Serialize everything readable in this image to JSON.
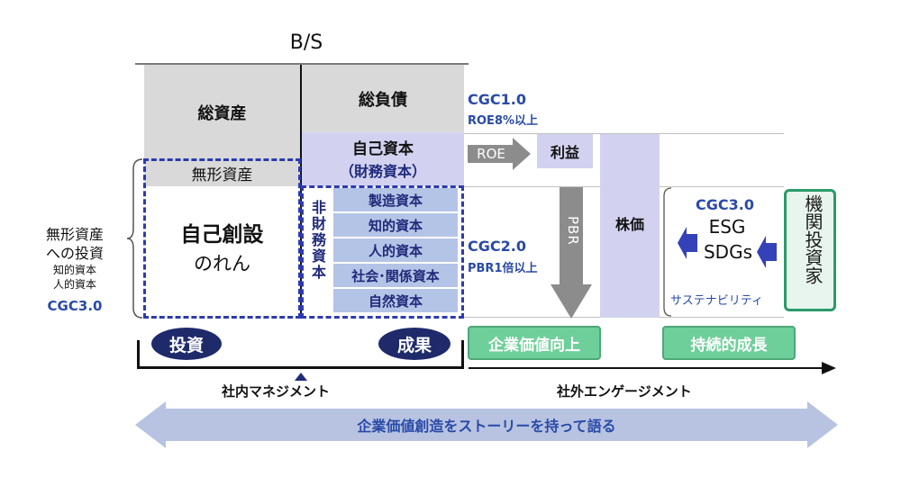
{
  "bs": {
    "title": "B/S",
    "total_assets": "総資産",
    "total_liabilities": "総負債",
    "equity_line1": "自己資本",
    "equity_line2": "（財務資本）",
    "intangible_assets": "無形資産",
    "self_goodwill_line1": "自己創設",
    "self_goodwill_line2": "のれん",
    "non_financial_capital": "非財務資本",
    "capitals": [
      "製造資本",
      "知的資本",
      "人的資本",
      "社会･関係資本",
      "自然資本"
    ]
  },
  "left_note": {
    "line1": "無形資産",
    "line2": "への投資",
    "line3": "知的資本",
    "line4": "人的資本",
    "cgc": "CGC3.0"
  },
  "cgc1": {
    "title": "CGC1.0",
    "sub": "ROE8%以上"
  },
  "cgc2": {
    "title": "CGC2.0",
    "sub": "PBR1倍以上"
  },
  "cgc3": {
    "title": "CGC3.0",
    "esg": "ESG",
    "sdgs": "SDGs",
    "sustainability": "サステナビリティ"
  },
  "flow": {
    "roe": "ROE",
    "profit": "利益",
    "pbr": "PBR",
    "stock_price": "株価",
    "investors": "機関投資家"
  },
  "bottom": {
    "investment": "投資",
    "result": "成果",
    "enterprise_value_up": "企業価値向上",
    "sustainable_growth": "持続的成長",
    "internal_management": "社内マネジメント",
    "external_engagement": "社外エンゲージメント",
    "banner": "企業価値創造をストーリーを持って語る"
  },
  "colors": {
    "gray_cell": "#d9d9d9",
    "lavender": "#d2d2f0",
    "capital_box": "#b4c4e6",
    "navy_pill": "#1f2a6b",
    "green": "#6fcf9a",
    "banner_blue": "#b7c3e0",
    "arrow_gray": "#8c8c8c",
    "text_blue": "#2a4aa8"
  }
}
